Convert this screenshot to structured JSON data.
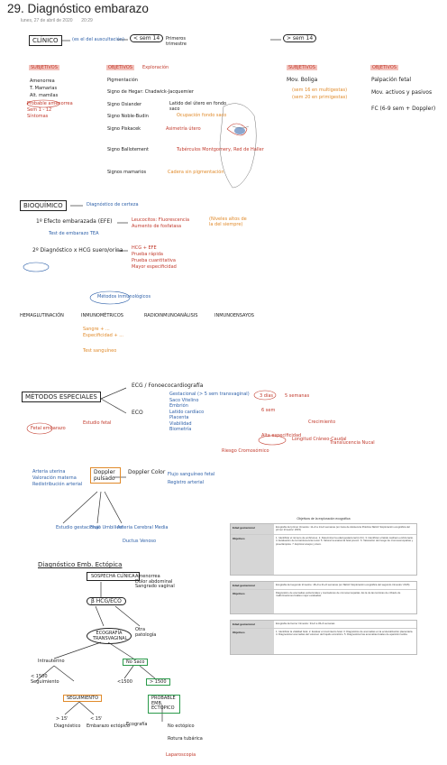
{
  "page": {
    "title": "29. Diagnóstico embarazo",
    "date": "lunes, 27 de abril de 2020",
    "time": "20:29"
  },
  "clinico": {
    "heading": "CLÍNICO",
    "note": "(es el del auscultación)",
    "week_lt": "< sem 14",
    "week_lt_note": "Primeros trimestre",
    "week_gt": "> sem 14",
    "subjetivos_1": "SUBJETIVOS",
    "subjetivos_1_items": [
      "Amenorrea",
      "T. Mamarias",
      "Alt. mamilas"
    ],
    "subjetivos_1_notes": [
      "Probable amenorrea",
      "Sem 1 - 12",
      "Síntomas"
    ],
    "objetivos_1": "OBJETIVOS",
    "objetivos_1_sub": "Exploración",
    "signs": [
      "Pigmentación",
      "Signo de Hegar: Chadwick-Jacquemier",
      "Signo Osiander",
      "Signo Noble-Budin",
      "Signo Piskacek",
      "Signo Ballotement",
      "Signos mamarios"
    ],
    "signs_notes": [
      "Latido del útero en fondo saco",
      "Ocupación fondo saco",
      "Asimetría útero",
      "Tubérculos Montgomery, Red de Haller",
      "Cadera sin pigmentación"
    ],
    "subjetivos_2": "SUBJETIVOS",
    "subjetivos_2_items": [
      "Mov. Boliga",
      "(sem 16 en multigestas)",
      "(sem 20 en primigestas)"
    ],
    "objetivos_2": "OBJETIVOS",
    "objetivos_2_items": [
      "Palpación fetal",
      "Mov. activos y pasivos",
      "FC (6-9 sem + Doppler)"
    ]
  },
  "bioquimico": {
    "heading": "BIOQUÍMICO",
    "note": "Diagnóstico de certeza",
    "item1": "1º Efecto embarazada (EFE)",
    "item1_notes": [
      "Leucocitos: Fluorescencia",
      "Aumento de fosfatasa"
    ],
    "item1_side": "(Niveles altos de la del siempre)",
    "item1_sub": "Test de embarazo TEA",
    "item2": "2º Diagnóstico x HCG suero/orina",
    "item2_notes": [
      "HCG + EFE",
      "Prueba rápida",
      "Prueba cuantitativa",
      "Mayor especificidad"
    ],
    "methods": [
      "HEMAGLUTINACIÓN",
      "INMUNOMÉTRICOS",
      "RADIOINMUNOANÁLISIS",
      "INMUNOENSAYOS"
    ],
    "methods_note": "Métodos inmunológicos",
    "methods_sub": [
      "Sangre + ...",
      "Especificidad + ...",
      "Test sanguíneo"
    ]
  },
  "metodos": {
    "heading": "MÉTODOS ESPECIALES",
    "branches": [
      "ECG / Fonoecocardiografía",
      "ECO"
    ],
    "eco_items": [
      "Gestacional (> 5 sem transvaginal)",
      "Saco Vitelino",
      "Embrión",
      "Latido cardíaco",
      "Placenta",
      "Viabilidad",
      "Biometría"
    ],
    "eco_notes": [
      "3 días",
      "5 semanas",
      "6 sem",
      "Crecimiento",
      "Alta especificidad",
      "Longitud Cráneo-Caudal",
      "Translucencia Nucal",
      "Riesgo Cromosómico"
    ],
    "left_notes": [
      "Fetal embarazo",
      "Estudio fetal"
    ],
    "doppler": "Doppler pulsado",
    "doppler_color": "Doppler Color",
    "doppler_notes": [
      "Arteria uterina",
      "Valoración materna",
      "Redistribución arterial"
    ],
    "doppler_bottom": [
      "Estudio gestacional",
      "Flujo Umbilical",
      "Arteria Cerebral Media",
      "Ductus Venoso"
    ],
    "doppler_right": [
      "Flujo sanguíneo fetal",
      "Registro arterial"
    ]
  },
  "diagram": {
    "heading": "Diagnóstico Emb. Ectópica",
    "sospecha": "SOSPECHA CLÍNICA",
    "bhcg": "β HCG/ECO",
    "ecografia": "ECOGRAFÍA TRANSVAGINAL",
    "side_notes": [
      "Amenorrea",
      "Dolor abdominal",
      "Sangrado vaginal"
    ],
    "otra": "Otra patología",
    "intrauterino": "Intrauterino",
    "no_saco": "No Saco",
    "lt1500": "<1500",
    "gt1500": "> 1500",
    "lt_items": [
      "< 1500",
      "Seguimiento"
    ],
    "seguimiento": "SEGUIMIENTO",
    "probable": "PROBABLE EMB. ECTÓPICO",
    "subitems": [
      "> 15'",
      "Diagnóstico",
      "< 15'",
      "Embarazo ectópico"
    ],
    "bottom": [
      "Ecografía",
      "No ectópico",
      "Rotura tubárica",
      "Laparoscopia"
    ]
  },
  "objectives": {
    "title": "Objetivos de la exploración ecográfica",
    "blocks": [
      {
        "label": "Edad gestacional",
        "text": "Ecografía del primer trimestre: 11+0 a 14+0 semanas (en Guía de Asistencia Práctica SEGO 'Exploración ecográfica del primer trimestre' 2015)",
        "obj_label": "Objetivos",
        "obj_text": "1. Identificar el número de embriones. 2. Determinar la edad gestacional (LCC). 3. Identificar el latido cardíaco embrionario. 4. Evaluación de la translucencia nucal. 5. Valorar la anatomía fetal precoz. 6. Valoración del riesgo de cromosomopatías y preeclampsia. 7. Explorar anejos y útero."
      },
      {
        "label": "Edad gestacional",
        "text": "Ecografía del segundo trimestre: 18+0 a 21+6 semanas (en SEGO 'Exploración ecográfica del segundo trimestre' 2015)",
        "obj_label": "Objetivos",
        "obj_text": "Diagnóstico de anomalías estructurales y marcadores de cromosomopatías. Es la de las técnicas de cribado de malformaciones fetales mejor evaluadas."
      },
      {
        "label": "Edad gestacional",
        "text": "Ecografía del tercer trimestre: 34+0 a 36+6 semanas",
        "obj_label": "Objetivos",
        "obj_text": "1. Identificar la vitalidad fetal. 2. Evaluar el crecimiento fetal. 3. Diagnóstico de anomalías en la ecolocalización placentaria. 4. Diagnosticar anomalías del volumen del líquido amniótico. 5. Diagnosticar las anomalías fetales de aparición tardía."
      }
    ]
  }
}
